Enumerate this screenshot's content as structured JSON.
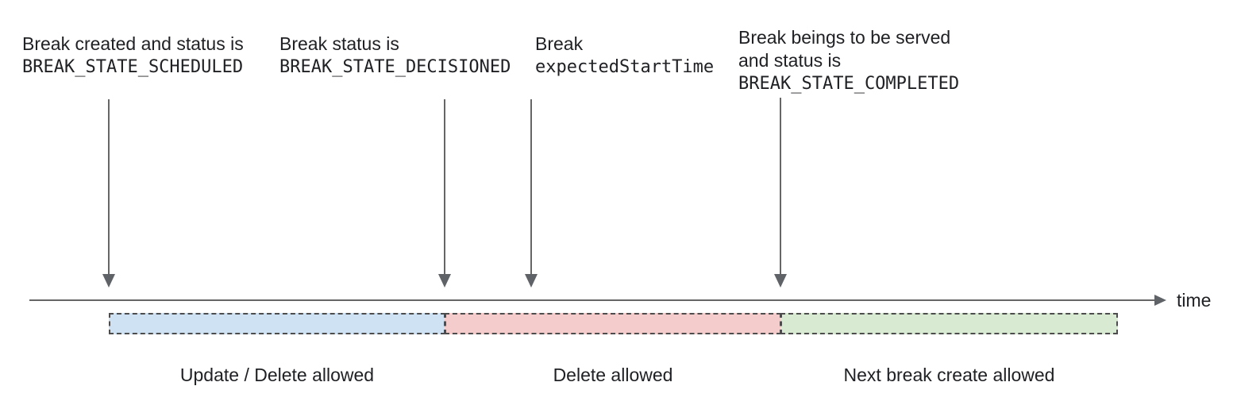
{
  "annotations": [
    {
      "line1": "Break created and status is",
      "code": "BREAK_STATE_SCHEDULED"
    },
    {
      "line1": "Break status is",
      "code": "BREAK_STATE_DECISIONED"
    },
    {
      "line1": "Break",
      "code": "expectedStartTime"
    },
    {
      "line1": "Break beings to be served",
      "line2": "and status is",
      "code": "BREAK_STATE_COMPLETED"
    }
  ],
  "timeline": {
    "axis_label": "time"
  },
  "segments": [
    {
      "label": "Update / Delete allowed",
      "fill": "#cfe2f3"
    },
    {
      "label": "Delete allowed",
      "fill": "#f4cccc"
    },
    {
      "label": "Next break create allowed",
      "fill": "#d9ead3"
    }
  ],
  "colors": {
    "line_gray": "#666666",
    "dash_border": "#4d4d4d",
    "text": "#202124"
  }
}
